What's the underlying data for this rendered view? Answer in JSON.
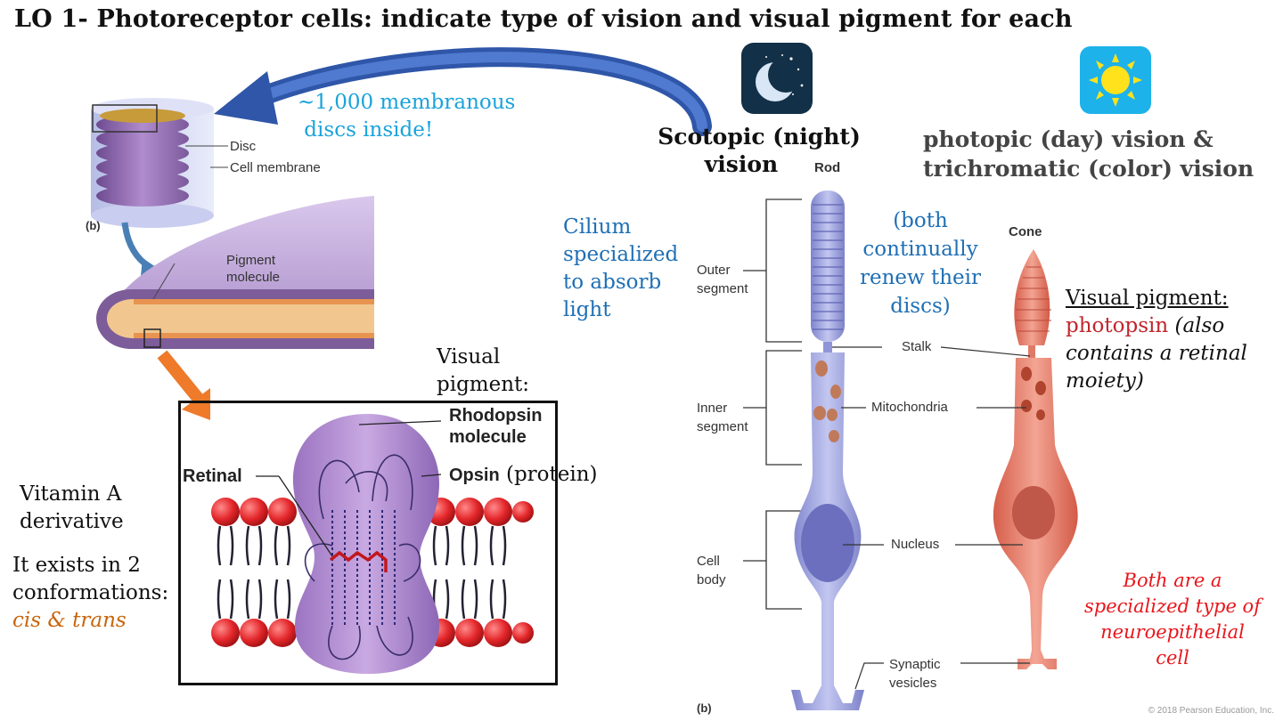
{
  "slide": {
    "title": "LO 1- Photoreceptor cells: indicate type of vision and visual pigment for each",
    "discs_note": [
      "~1,000 membranous",
      " discs inside!"
    ],
    "scotopic": [
      "Scotopic (night)",
      "vision"
    ],
    "photopic": [
      "photopic (day) vision &",
      "trichromatic (color) vision"
    ],
    "cilium": [
      "Cilium",
      "specialized",
      "to absorb",
      "light"
    ],
    "renew": [
      "(both",
      "continually",
      "renew their",
      "discs)"
    ],
    "visual_pigment_left": [
      "Visual",
      "pigment:"
    ],
    "visual_pigment_right": {
      "heading": "Visual pigment:",
      "pigment": "photopsin",
      "note_1": " (also",
      "note_2": "contains a retinal",
      "note_3": "moiety)"
    },
    "vitamin": [
      "Vitamin A",
      "derivative"
    ],
    "conformations": [
      "It exists in 2",
      "conformations:"
    ],
    "cis_trans": "cis & trans",
    "both_specialized": [
      "Both are a",
      "specialized type of",
      "neuroepithelial",
      "cell"
    ],
    "copyright": "© 2018 Pearson Education, Inc."
  },
  "figure_left": {
    "disc_label": "Disc",
    "membrane_label": "Cell membrane",
    "panel_b": "(b)",
    "pigment_label": [
      "Pigment",
      "molecule"
    ],
    "rhodopsin": [
      "Rhodopsin",
      "molecule"
    ],
    "retinal": "Retinal",
    "opsin": "Opsin",
    "opsin_note": " (protein)"
  },
  "figure_right": {
    "rod": "Rod",
    "cone": "Cone",
    "outer_segment": [
      "Outer",
      "segment"
    ],
    "inner_segment": [
      "Inner",
      "segment"
    ],
    "cell_body": [
      "Cell",
      "body"
    ],
    "stalk": "Stalk",
    "mitochondria": "Mitochondria",
    "nucleus": "Nucleus",
    "synaptic": [
      "Synaptic",
      "vesicles"
    ],
    "panel_b": "(b)"
  },
  "icons": {
    "night": "moon-stars-icon",
    "day": "sun-icon"
  },
  "colors": {
    "cyan": "#1aa3db",
    "blue": "#1f6fb5",
    "red": "#c0262d",
    "bright_red": "#e8161b",
    "orange": "#c8650c",
    "rod": "#8f95d6",
    "cone": "#e07a68"
  }
}
